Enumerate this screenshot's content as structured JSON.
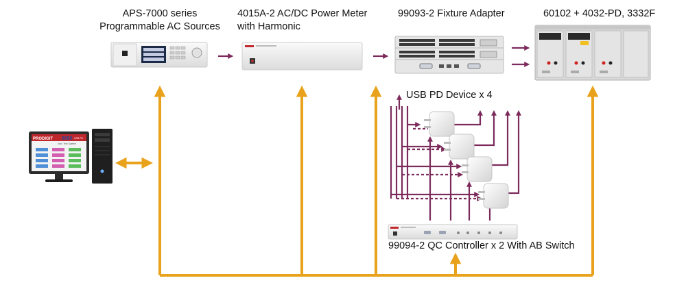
{
  "labels": {
    "aps": [
      "APS-7000 series",
      "Programmable AC Sources"
    ],
    "meter": [
      "4015A-2 AC/DC Power Meter",
      "with Harmonic"
    ],
    "fixture": "99093-2 Fixture Adapter",
    "load": "60102 + 4032-PD, 3332F",
    "usb_pd": "USB PD Device x 4",
    "qc": "99094-2 QC Controller x 2 With AB Switch"
  },
  "pc_screen": {
    "brand": "PRODIGIT",
    "model": "6050",
    "subtitle_lines": [
      "USB PD",
      "Auto Test System"
    ]
  },
  "colors": {
    "bus": "#e8a21b",
    "signal": "#7b2a5b",
    "chassis": "#ececec",
    "brand": "#c0272d"
  }
}
